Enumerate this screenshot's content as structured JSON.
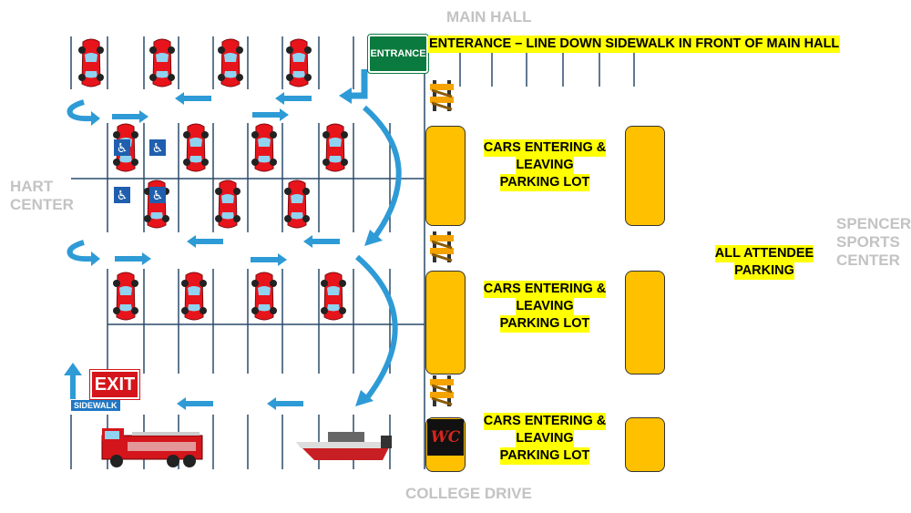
{
  "labels": {
    "main_hall": "MAIN HALL",
    "college_drive": "COLLEGE DRIVE",
    "hart_center_1": "HART",
    "hart_center_2": "CENTER",
    "spencer_1": "SPENCER",
    "spencer_2": "SPORTS",
    "spencer_3": "CENTER"
  },
  "entrance_sign": "ENTRANCE",
  "entrance_note": "ENTERANCE – LINE DOWN SIDEWALK IN FRONT OF MAIN HALL",
  "lane_notes": [
    {
      "l1": "CARS ENTERING  &",
      "l2": "LEAVING",
      "l3": "PARKING LOT"
    },
    {
      "l1": "CARS ENTERING  &",
      "l2": "LEAVING",
      "l3": "PARKING LOT"
    },
    {
      "l1": "CARS ENTERING  &",
      "l2": "LEAVING",
      "l3": "PARKING LOT"
    }
  ],
  "attendee_note": {
    "l1": "ALL ATTENDEE",
    "l2": "PARKING"
  },
  "exit_sign": "EXIT",
  "sidewalk_label": "SIDEWALK",
  "logo_text": "WC",
  "colors": {
    "arrow": "#2e9bd6",
    "car": "#e8141b",
    "pad": "#ffc000",
    "highlight": "#ffff00",
    "gray_label": "#c3c3c3"
  },
  "icons": [
    "car-icon",
    "arrow-icon",
    "barricade-icon",
    "handicap-icon",
    "fire-truck-icon",
    "boat-icon"
  ]
}
